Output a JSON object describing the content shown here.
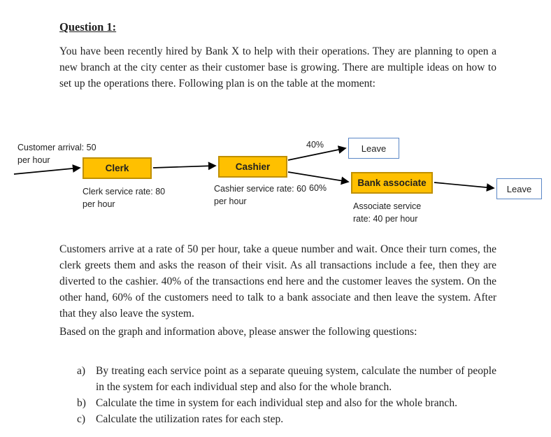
{
  "document": {
    "title": "Question 1:",
    "paragraphs": {
      "intro": "You have been recently hired by Bank X to help with their operations. They are planning to open a new branch at the city center as their customer base is growing. There are multiple ideas on how to set up the operations there. Following plan is on the table at the moment:",
      "description": "Customers arrive at a rate of 50 per hour, take a queue number and wait. Once their turn comes, the clerk greets them and asks the reason of their visit. As all transactions include a fee, then they are diverted to the cashier. 40% of the transactions end here and the customer leaves the system. On the other hand, 60% of the customers need to talk to a bank associate and then leave the system. After that they also leave the system.",
      "prompt": "Based on the graph and information above, please answer the following questions:"
    },
    "questions": [
      {
        "marker": "a)",
        "text": "By treating each service point as a separate queuing system, calculate the number of people in the system for each individual step and also for the whole branch."
      },
      {
        "marker": "b)",
        "text": "Calculate the time in system for each individual step and also for the whole branch."
      },
      {
        "marker": "c)",
        "text": "Calculate the utilization rates for each step."
      }
    ]
  },
  "diagram": {
    "arrival_label": "Customer arrival: 50 per hour",
    "nodes": {
      "clerk": {
        "label": "Clerk",
        "sublabel": "Clerk service rate: 80 per hour"
      },
      "cashier": {
        "label": "Cashier",
        "sublabel": "Cashier service rate: 60 per hour"
      },
      "bank_associate": {
        "label": "Bank associate",
        "sublabel": "Associate service rate: 40 per hour"
      },
      "leave_top": {
        "label": "Leave"
      },
      "leave_right": {
        "label": "Leave"
      }
    },
    "branch_percentages": {
      "to_leave": "40%",
      "to_associate": "60%"
    },
    "edges": [
      {
        "from": "arrival",
        "to": "clerk",
        "label": ""
      },
      {
        "from": "clerk",
        "to": "cashier",
        "label": ""
      },
      {
        "from": "cashier",
        "to": "leave_top",
        "label": "40%"
      },
      {
        "from": "cashier",
        "to": "bank_associate",
        "label": "60%"
      },
      {
        "from": "bank_associate",
        "to": "leave_right",
        "label": ""
      }
    ],
    "colors": {
      "service_fill": "#FFC000",
      "service_border": "#BF8F00",
      "exit_fill": "#FFFFFF",
      "exit_border": "#5B87C6",
      "arrow": "#000000"
    }
  }
}
